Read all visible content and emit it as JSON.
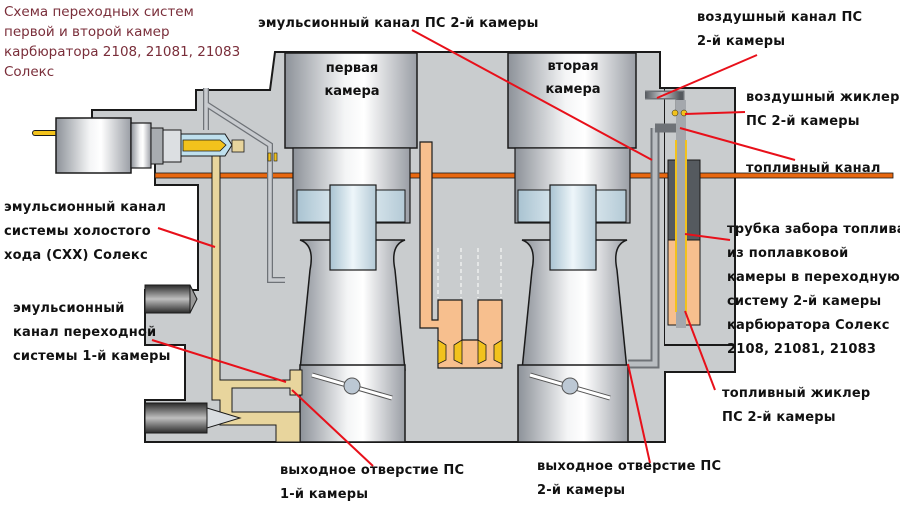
{
  "title": {
    "lines": [
      "Схема переходных систем",
      "первой и второй камер",
      "карбюратора 2108, 21081, 21083",
      "Солекс"
    ]
  },
  "chambers": {
    "first": [
      "первая",
      "камера"
    ],
    "second": [
      "вторая",
      "камера"
    ]
  },
  "labels": {
    "emulsion_channel_2": [
      "эмульсионный канал ПС 2-й камеры"
    ],
    "air_channel_2": [
      "воздушный канал ПС",
      "2-й камеры"
    ],
    "air_jet_2": [
      "воздушный жиклер",
      "ПС 2-й камеры"
    ],
    "fuel_channel": [
      "топливный канал"
    ],
    "idle_emulsion_channel": [
      "эмульсионный канал",
      "системы холостого",
      "хода (СХХ) Солекс"
    ],
    "emulsion_channel_1": [
      "эмульсионный",
      "канал переходной",
      "системы 1-й камеры"
    ],
    "fuel_tube": [
      "трубка забора топлива",
      "из поплавковой",
      "камеры в переходную",
      "систему 2-й камеры",
      "карбюратора Солекс",
      "2108, 21081, 21083"
    ],
    "fuel_jet_2": [
      "топливный жиклер",
      "ПС 2-й камеры"
    ],
    "outlet_1": [
      "выходное отверстие ПС",
      "1-й камеры"
    ],
    "outlet_2": [
      "выходное отверстие ПС",
      "2-й камеры"
    ]
  },
  "colors": {
    "body": "#c9ccce",
    "outline": "#1a1a1a",
    "pointer": "#e8101a",
    "fuel": "#f7bf8e",
    "emulsion": "#e8d59d",
    "gasket": "#e8670f",
    "title": "#7a2e3a"
  }
}
